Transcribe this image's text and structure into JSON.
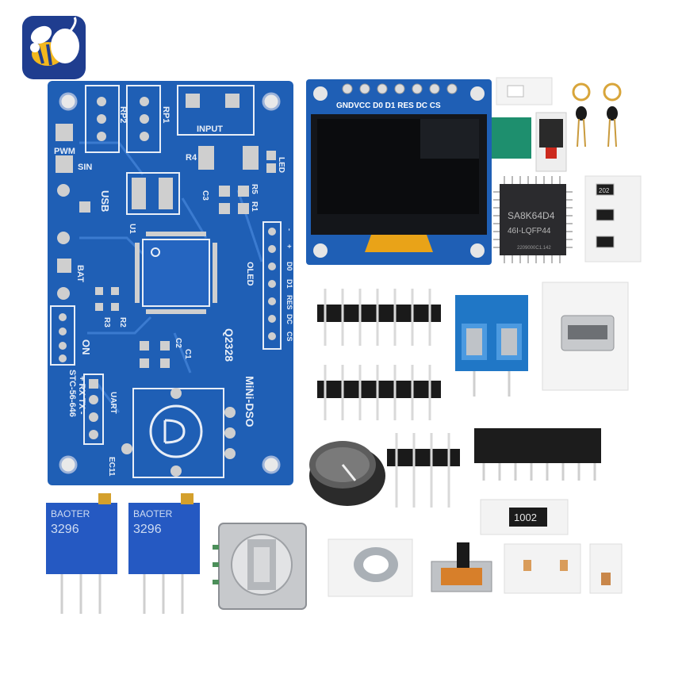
{
  "brand": {
    "logo": "bee-logo",
    "color": "#1f3d8f"
  },
  "pcb": {
    "color": "#1f5fb5",
    "labels": {
      "pwm": "PWM",
      "sin": "SIN",
      "usb": "USB",
      "bat": "BAT",
      "on": "ON",
      "rp1": "RP1",
      "rp2": "RP2",
      "input": "INPUT",
      "r4": "R4",
      "led": "LED",
      "r5": "R5",
      "r1": "R1",
      "c3": "C3",
      "u1": "U1",
      "r2": "R2",
      "r3": "R3",
      "c2": "C2",
      "c1": "C1",
      "oled": "OLED",
      "q2": "Q2328",
      "model": "MiNi-DSO",
      "stc": "STC-56-646",
      "uart": "UART",
      "ec11": "EC11",
      "uart_pins": "+ RX TX -",
      "oled_pins": [
        "-",
        "+",
        "D0",
        "D1",
        "RES",
        "DC",
        "CS"
      ]
    }
  },
  "oled": {
    "pins_label": "GNDVCC D0  D1 RES DC  CS"
  },
  "chip": {
    "line1": "SA8K64D4",
    "line2": "46I-LQFP44",
    "line3": "2209000C1.142"
  },
  "smd_resistors": {
    "r202": "202",
    "r1002": "1002"
  },
  "trimpots": [
    {
      "brand": "BAOTER",
      "model": "3296"
    },
    {
      "brand": "BAOTER",
      "model": "3296"
    }
  ]
}
